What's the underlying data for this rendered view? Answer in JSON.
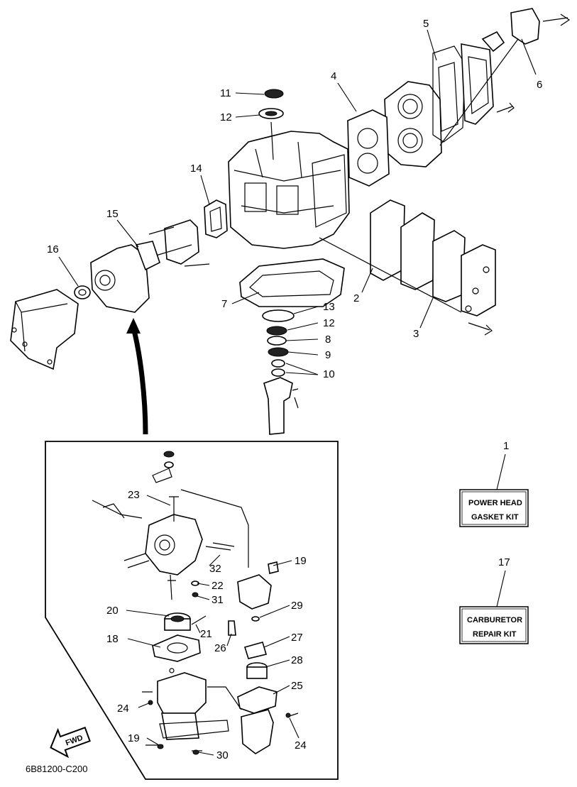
{
  "diagram_code": "6B81200-C200",
  "fwd_label": "FWD",
  "kits": {
    "power_head": {
      "line1": "POWER HEAD",
      "line2": "GASKET KIT",
      "ref": "1"
    },
    "carburetor": {
      "line1": "CARBURETOR",
      "line2": "REPAIR KIT",
      "ref": "17"
    }
  },
  "callouts": {
    "c2": "2",
    "c3": "3",
    "c4": "4",
    "c5": "5",
    "c6": "6",
    "c7": "7",
    "c8": "8",
    "c9": "9",
    "c10": "10",
    "c11": "11",
    "c12a": "12",
    "c12b": "12",
    "c13": "13",
    "c14": "14",
    "c15": "15",
    "c16": "16",
    "c18": "18",
    "c19a": "19",
    "c19b": "19",
    "c20": "20",
    "c21": "21",
    "c22": "22",
    "c23": "23",
    "c24a": "24",
    "c24b": "24",
    "c25": "25",
    "c26": "26",
    "c27": "27",
    "c28": "28",
    "c29": "29",
    "c30": "30",
    "c31": "31",
    "c32": "32"
  }
}
